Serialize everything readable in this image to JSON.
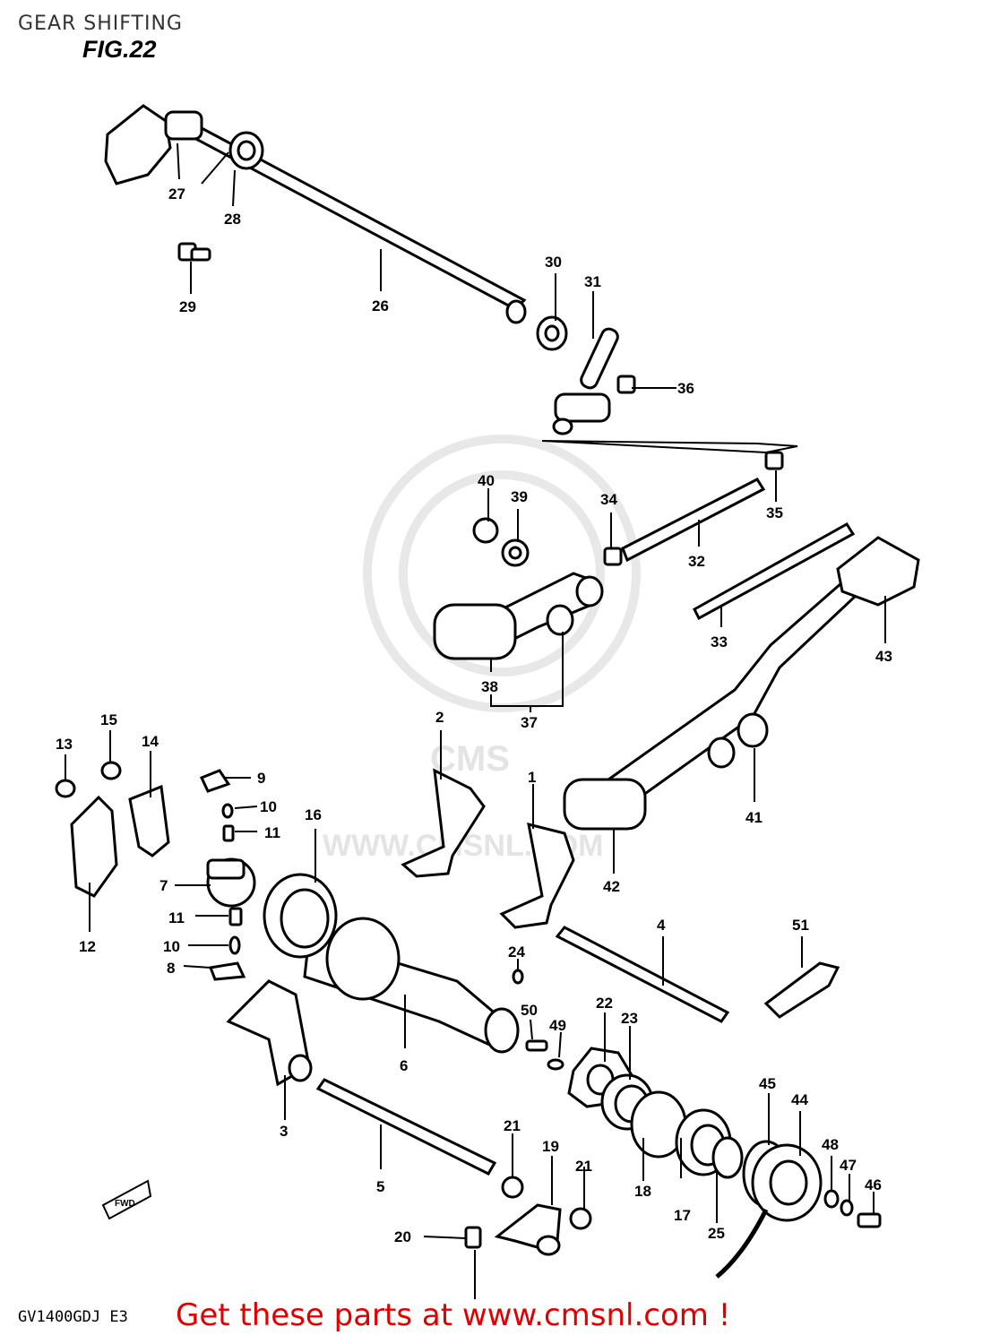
{
  "title": "GEAR SHIFTING",
  "figure": "FIG.22",
  "model": "GV1400GDJ  E3",
  "footer_link": "Get these parts at www.cmsnl.com !",
  "watermark": "WWW.CMSNL.COM",
  "watermark_logo": "CMS",
  "direction_badge": "FWD",
  "callouts": [
    {
      "n": "1"
    },
    {
      "n": "2"
    },
    {
      "n": "3"
    },
    {
      "n": "4"
    },
    {
      "n": "5"
    },
    {
      "n": "6"
    },
    {
      "n": "7"
    },
    {
      "n": "8"
    },
    {
      "n": "9"
    },
    {
      "n": "10"
    },
    {
      "n": "10"
    },
    {
      "n": "11"
    },
    {
      "n": "11"
    },
    {
      "n": "12"
    },
    {
      "n": "13"
    },
    {
      "n": "14"
    },
    {
      "n": "15"
    },
    {
      "n": "16"
    },
    {
      "n": "17"
    },
    {
      "n": "18"
    },
    {
      "n": "19"
    },
    {
      "n": "20"
    },
    {
      "n": "21"
    },
    {
      "n": "21"
    },
    {
      "n": "22"
    },
    {
      "n": "23"
    },
    {
      "n": "24"
    },
    {
      "n": "25"
    },
    {
      "n": "26"
    },
    {
      "n": "27"
    },
    {
      "n": "28"
    },
    {
      "n": "29"
    },
    {
      "n": "30"
    },
    {
      "n": "31"
    },
    {
      "n": "32"
    },
    {
      "n": "33"
    },
    {
      "n": "34"
    },
    {
      "n": "35"
    },
    {
      "n": "36"
    },
    {
      "n": "37"
    },
    {
      "n": "38"
    },
    {
      "n": "39"
    },
    {
      "n": "40"
    },
    {
      "n": "41"
    },
    {
      "n": "42"
    },
    {
      "n": "43"
    },
    {
      "n": "44"
    },
    {
      "n": "45"
    },
    {
      "n": "46"
    },
    {
      "n": "47"
    },
    {
      "n": "48"
    },
    {
      "n": "49"
    },
    {
      "n": "50"
    },
    {
      "n": "51"
    }
  ]
}
